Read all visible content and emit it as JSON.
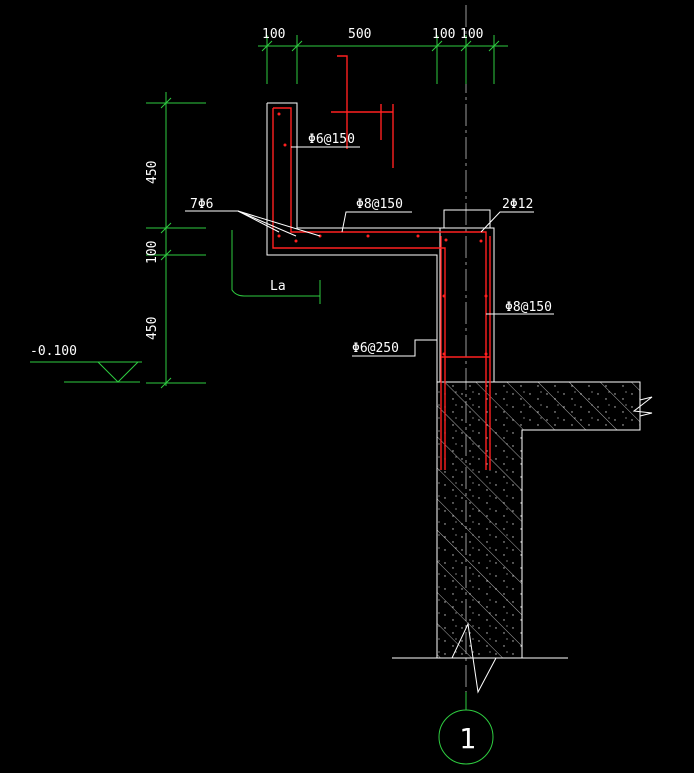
{
  "drawing": {
    "colors": {
      "background": "#000000",
      "dimension": "#2ecc40",
      "outline": "#ffffff",
      "rebar": "#ff2020",
      "axis": "#9a9a9a",
      "hatch": "#bbbbbb"
    },
    "top_dimensions": [
      "100",
      "500",
      "100",
      "100"
    ],
    "left_dimensions": [
      "450",
      "100",
      "450"
    ],
    "level_mark": "-0.100",
    "labels": {
      "upper_stirrup": "Φ6@150",
      "bottom_bars": "7Φ6",
      "slab_bars": "Φ8@150",
      "beam_top_bars": "2Φ12",
      "beam_stirrup": "Φ8@150",
      "beam_side_bars": "Φ6@250",
      "anchor_length": "La"
    },
    "axis_number": "1"
  }
}
